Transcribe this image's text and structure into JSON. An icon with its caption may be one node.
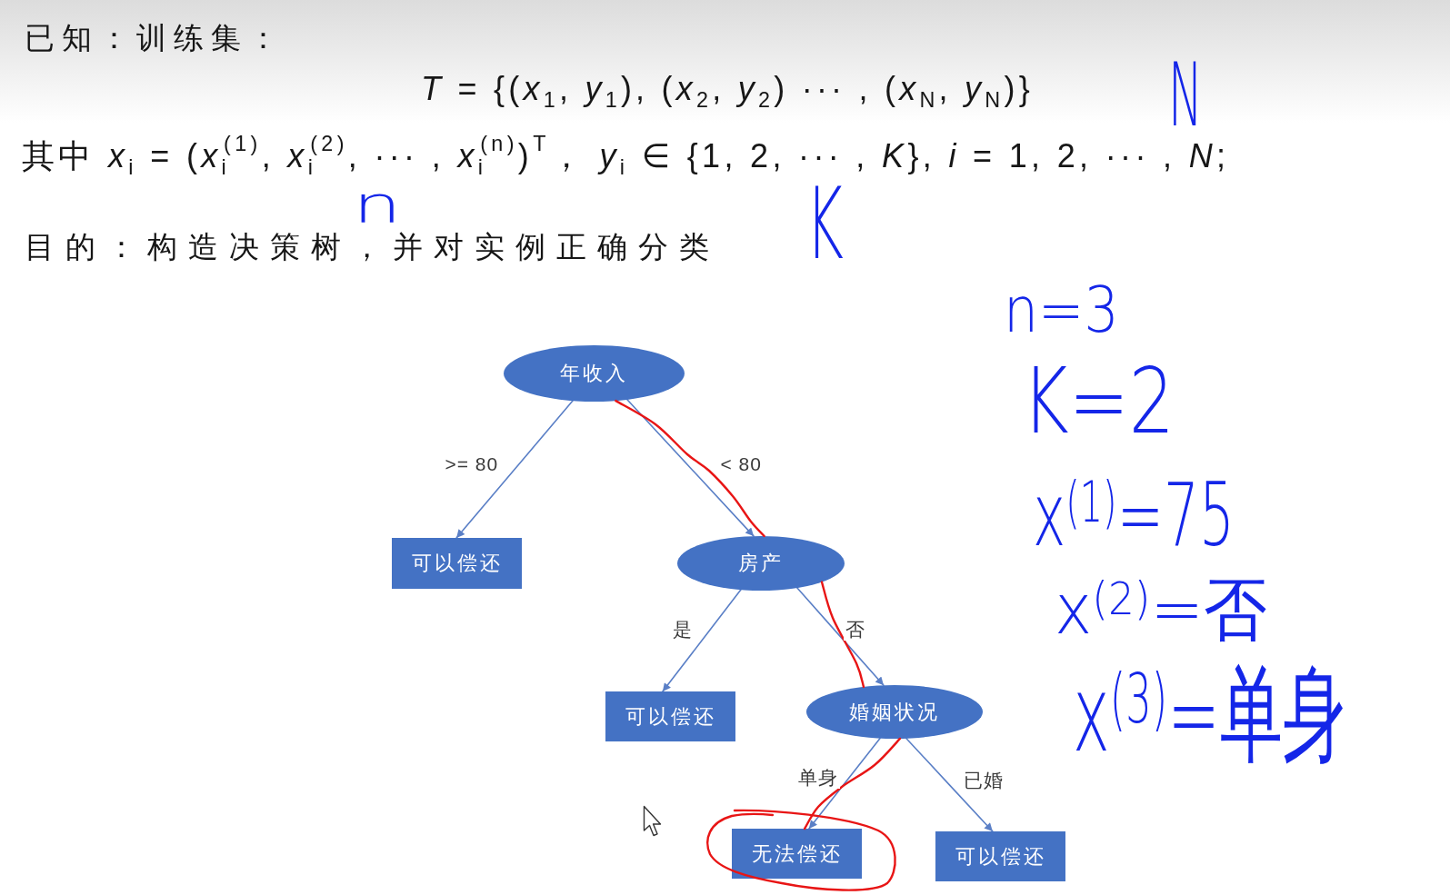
{
  "diagram": {
    "nodes": [
      {
        "text": [
          "年收入"
        ]
      },
      {
        "text": [
          "可以偿还"
        ]
      },
      {
        "text": [
          "房产"
        ]
      },
      {
        "text": [
          "可以偿还"
        ]
      },
      {
        "text": [
          "婚姻状况"
        ]
      },
      {
        "text": [
          "无法偿还"
        ]
      },
      {
        "text": [
          "可以偿还"
        ]
      }
    ],
    "edges": [
      {
        "from": 0,
        "to": 1,
        "arrow": "to",
        "label": ">= 80"
      },
      {
        "from": 0,
        "to": 2,
        "arrow": "to",
        "label": "< 80"
      },
      {
        "from": 2,
        "to": 3,
        "arrow": "to",
        "label": "是"
      },
      {
        "from": 2,
        "to": 4,
        "arrow": "to",
        "label": "否"
      },
      {
        "from": 4,
        "to": 5,
        "arrow": "to",
        "label": "单身"
      },
      {
        "from": 4,
        "to": 6,
        "arrow": "to",
        "label": "已婚"
      },
      {
        "from": 0,
        "to": 2,
        "arrow": "none",
        "color": "#e81515"
      },
      {
        "from": 2,
        "to": 4,
        "arrow": "none",
        "color": "#e81515"
      },
      {
        "from": 4,
        "to": 5,
        "arrow": "none",
        "color": "#e81515"
      }
    ],
    "labels": [
      "已知：训练集：",
      "*T* = {(*x*$_{1}$, *y*$_{1}$), (*x*$_{2}$, *y*$_{2}$) ··· , (*x*$_{N}$, *y*$_{N}$)}",
      "N",
      "其中 *x*$_{i}$ = (*x*$_{i}$$^{(1)}$, *x*$_{i}$$^{(2)}$, ··· , *x*$_{i}$$^{(n)}$)$^{T}$， *y*$_{i}$ ∈ {1, 2, ··· , *K*}, *i* = 1, 2, ··· , *N*;",
      "n",
      "K",
      "目的：构造决策树，并对实例正确分类",
      "n=3",
      "K=2",
      "x$^{(1)}$=75",
      "x$^{(2)}$=否",
      "x$^{(3)}$=单身"
    ]
  }
}
